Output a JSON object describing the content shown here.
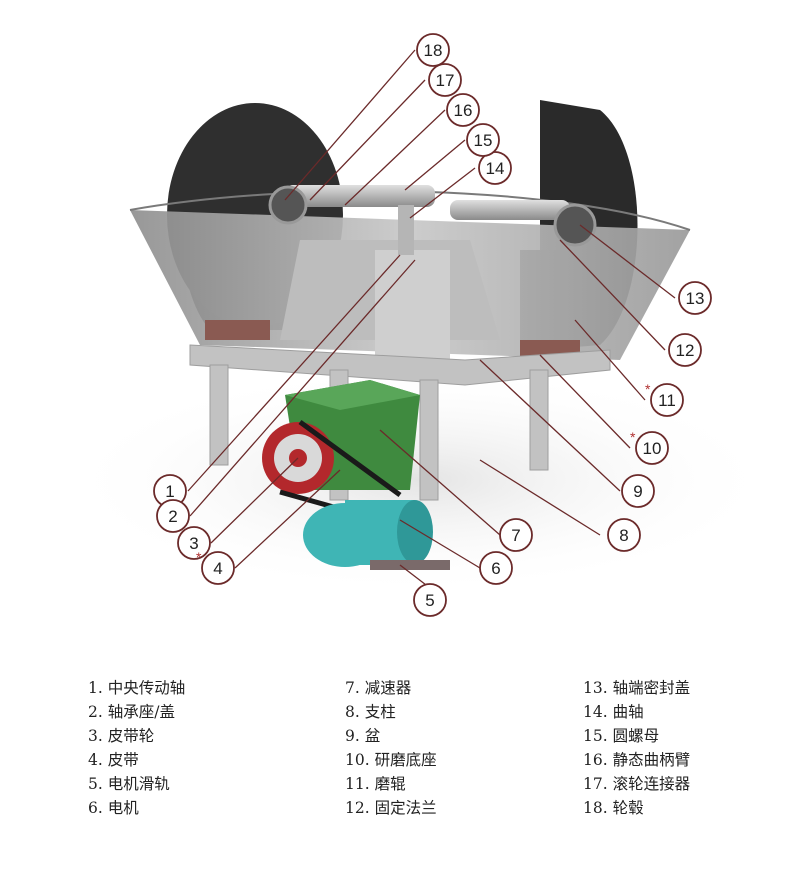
{
  "callouts": [
    {
      "n": "1"
    },
    {
      "n": "2"
    },
    {
      "n": "3"
    },
    {
      "n": "4",
      "star": "*"
    },
    {
      "n": "5"
    },
    {
      "n": "6"
    },
    {
      "n": "7"
    },
    {
      "n": "8"
    },
    {
      "n": "9"
    },
    {
      "n": "10",
      "star": "*"
    },
    {
      "n": "11",
      "star": "*"
    },
    {
      "n": "12"
    },
    {
      "n": "13"
    },
    {
      "n": "14"
    },
    {
      "n": "15"
    },
    {
      "n": "16"
    },
    {
      "n": "17"
    },
    {
      "n": "18"
    }
  ],
  "legend": {
    "col1": [
      "1. 中央传动轴",
      "2. 轴承座/盖",
      "3. 皮带轮",
      "4. 皮带",
      "5. 电机滑轨",
      "6. 电机"
    ],
    "col2": [
      "7. 减速器",
      "8. 支柱",
      "9. 盆",
      "10. 研磨底座",
      "11. 磨辊",
      "12. 固定法兰"
    ],
    "col3": [
      "13. 轴端密封盖",
      "14. 曲轴",
      "15. 圆螺母",
      "16. 静态曲柄臂",
      "17. 滚轮连接器",
      "18. 轮毂"
    ]
  },
  "colors": {
    "roller": "#2b2b2b",
    "basin": "#a9a9a9",
    "frame": "#c4c4c4",
    "reducer": "#3f8a3f",
    "pulley": "#b3282c",
    "motor": "#3fb5b5",
    "callout_line": "#6b2a2a"
  }
}
